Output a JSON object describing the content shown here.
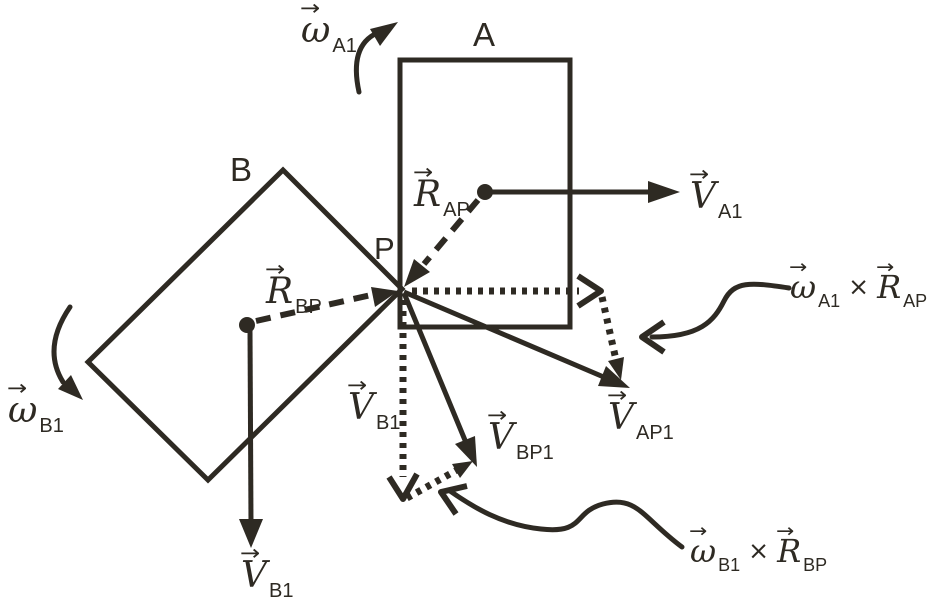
{
  "colors": {
    "ink": "#2e2a23",
    "background": "#ffffff"
  },
  "bodies": {
    "a": "A",
    "b": "B",
    "p": "P"
  },
  "vectors": {
    "omega_a1": {
      "overarrow": "→",
      "symbol": "ω",
      "subscript": "A1"
    },
    "omega_b1": {
      "overarrow": "→",
      "symbol": "ω",
      "subscript": "B1"
    },
    "r_ap": {
      "overarrow": "→",
      "symbol": "R",
      "subscript": "AP"
    },
    "r_bp": {
      "overarrow": "→",
      "symbol": "R",
      "subscript": "BP"
    },
    "v_a1": {
      "overarrow": "→",
      "symbol": "V",
      "subscript": "A1"
    },
    "v_b1": {
      "overarrow": "→",
      "symbol": "V",
      "subscript": "B1"
    },
    "v_ap1": {
      "overarrow": "→",
      "symbol": "V",
      "subscript": "AP1"
    },
    "v_bp1": {
      "overarrow": "→",
      "symbol": "V",
      "subscript": "BP1"
    }
  },
  "equations": {
    "cross_a": {
      "operator": "×"
    },
    "cross_b": {
      "operator": "×"
    }
  }
}
